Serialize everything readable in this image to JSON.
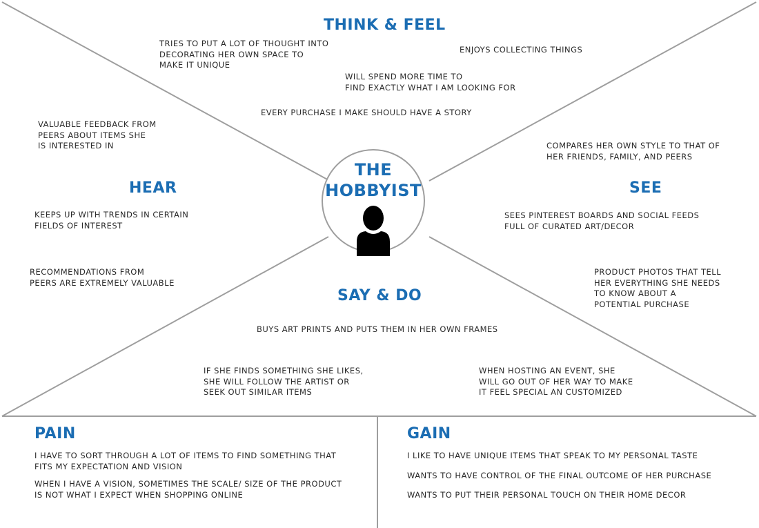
{
  "persona": {
    "title_line1": "THE",
    "title_line2": "HOBBYIST",
    "icon": "person-icon"
  },
  "colors": {
    "heading": "#1b6db3",
    "text": "#2a2a2a",
    "lines": "#9e9e9e"
  },
  "think_feel": {
    "heading": "THINK & FEEL",
    "notes": [
      [
        "TRIES TO PUT A LOT OF THOUGHT INTO",
        "DECORATING HER OWN SPACE TO",
        "MAKE IT UNIQUE"
      ],
      [
        "ENJOYS COLLECTING THINGS"
      ],
      [
        "WILL SPEND MORE TIME TO",
        "FIND EXACTLY WHAT I AM LOOKING FOR"
      ],
      [
        "EVERY PURCHASE I MAKE SHOULD HAVE A STORY"
      ]
    ]
  },
  "hear": {
    "heading": "HEAR",
    "notes": [
      [
        "VALUABLE FEEDBACK FROM",
        "PEERS ABOUT ITEMS SHE",
        "IS INTERESTED IN"
      ],
      [
        "KEEPS UP WITH TRENDS IN CERTAIN",
        "FIELDS OF INTEREST"
      ],
      [
        "RECOMMENDATIONS FROM",
        "PEERS ARE EXTREMELY VALUABLE"
      ]
    ]
  },
  "see": {
    "heading": "SEE",
    "notes": [
      [
        "COMPARES HER OWN STYLE TO THAT OF",
        "HER FRIENDS, FAMILY, AND PEERS"
      ],
      [
        "SEES PINTEREST BOARDS AND SOCIAL FEEDS",
        "FULL OF CURATED ART/DECOR"
      ],
      [
        "PRODUCT PHOTOS THAT TELL",
        "HER EVERYTHING SHE NEEDS",
        "TO KNOW ABOUT A",
        "POTENTIAL PURCHASE"
      ]
    ]
  },
  "say_do": {
    "heading": "SAY & DO",
    "notes": [
      [
        "BUYS ART PRINTS AND PUTS THEM IN HER OWN FRAMES"
      ],
      [
        "IF SHE FINDS SOMETHING SHE LIKES,",
        "SHE WILL FOLLOW THE ARTIST OR",
        "SEEK OUT SIMILAR ITEMS"
      ],
      [
        "WHEN HOSTING AN EVENT, SHE",
        "WILL GO OUT OF HER WAY TO MAKE",
        "IT FEEL SPECIAL AN CUSTOMIZED"
      ]
    ]
  },
  "pain": {
    "heading": "PAIN",
    "notes": [
      [
        "I HAVE TO SORT THROUGH A LOT OF ITEMS TO FIND SOMETHING THAT",
        "FITS MY EXPECTATION AND VISION"
      ],
      [
        "WHEN I HAVE A VISION, SOMETIMES THE SCALE/ SIZE OF THE PRODUCT",
        "IS NOT WHAT I EXPECT WHEN SHOPPING ONLINE"
      ]
    ]
  },
  "gain": {
    "heading": "GAIN",
    "notes": [
      [
        "I LIKE TO HAVE UNIQUE ITEMS THAT SPEAK TO MY PERSONAL TASTE"
      ],
      [
        "WANTS TO HAVE CONTROL OF THE FINAL OUTCOME OF HER PURCHASE"
      ],
      [
        "WANTS TO PUT THEIR PERSONAL TOUCH ON THEIR HOME DECOR"
      ]
    ]
  }
}
